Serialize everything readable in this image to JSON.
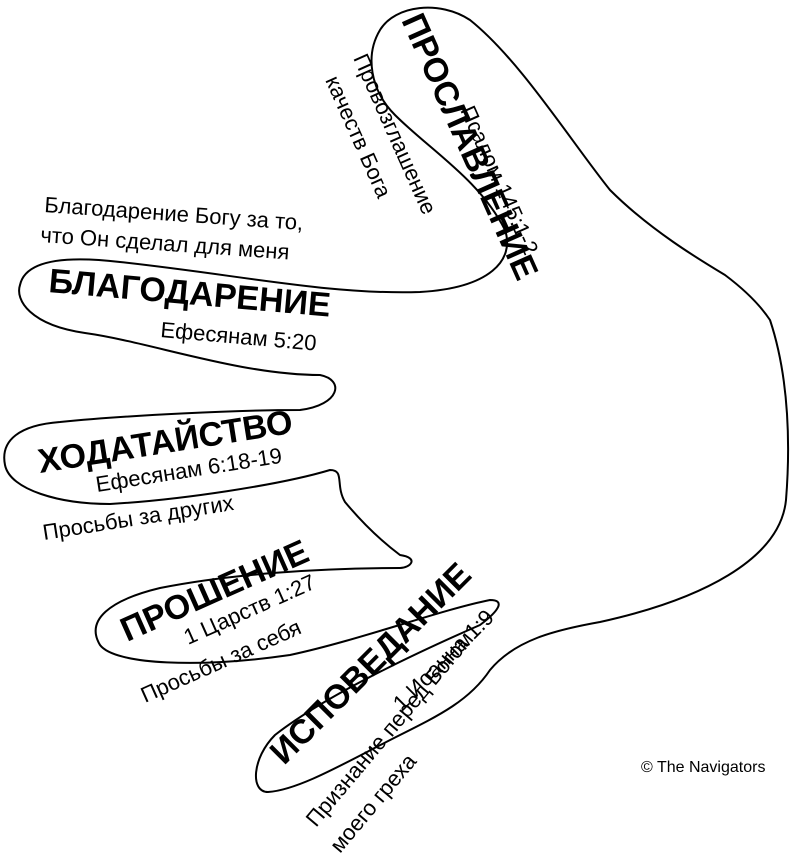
{
  "fingers": {
    "praise": {
      "title": "ПРОСЛАВЛЕНИЕ",
      "reference": "Псалом 145:1-2",
      "description_line1": "Провозглашение",
      "description_line2": "качеств Бога"
    },
    "thanksgiving": {
      "title": "БЛАГОДАРЕНИЕ",
      "reference": "Ефесянам 5:20",
      "description_line1": "Благодарение Богу за то,",
      "description_line2": "что Он сделал для меня"
    },
    "intercession": {
      "title": "ХОДАТАЙСТВО",
      "reference": "Ефесянам 6:18-19",
      "description": "Просьбы за других"
    },
    "petition": {
      "title": "ПРОШЕНИЕ",
      "reference": "1 Царств 1:27",
      "description": "Просьбы за себя"
    },
    "confession": {
      "title": "ИСПОВЕДАНИЕ",
      "reference": "1 Иоанна 1:9",
      "description_line1": "Признание перед Богом",
      "description_line2": "моего греха"
    }
  },
  "copyright": "© The Navigators"
}
